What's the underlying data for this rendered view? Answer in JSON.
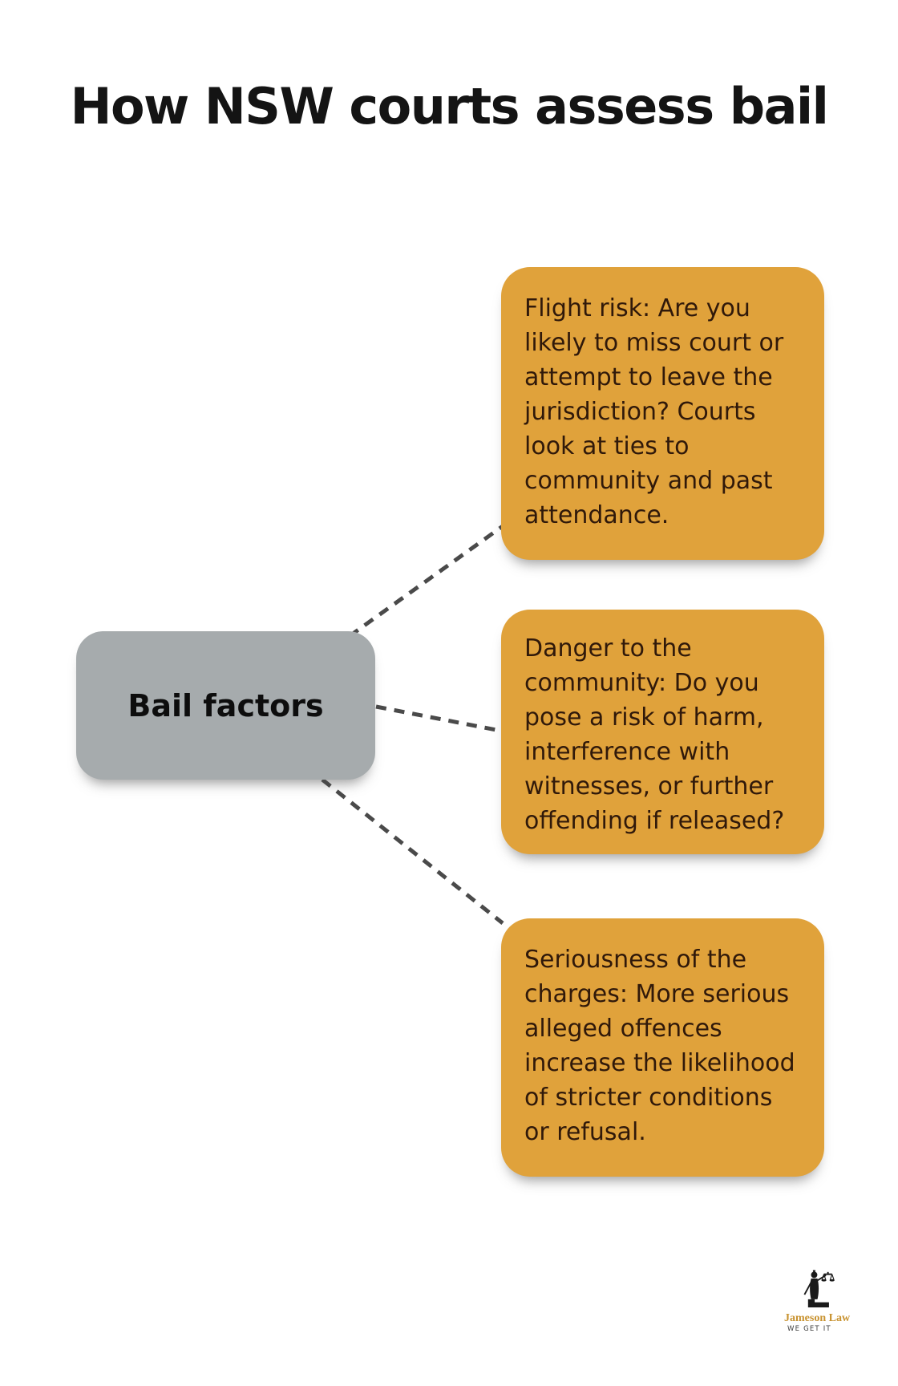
{
  "title": "How NSW courts assess bail",
  "diagram": {
    "center_node": {
      "label": "Bail factors"
    },
    "factor_nodes": [
      {
        "text": "Flight risk: Are you\nlikely to miss court or\nattempt to leave the\njurisdiction? Courts\nlook at ties to\ncommunity and past\nattendance."
      },
      {
        "text": "Danger to the\ncommunity: Do you\npose a risk of harm,\ninterference with\nwitnesses, or further\noffending if released?"
      },
      {
        "text": "Seriousness of the\ncharges: More serious\nalleged offences\nincrease the likelihood\nof stricter conditions\nor refusal."
      }
    ]
  },
  "logo": {
    "wordmark": "Jameson Law",
    "tagline": "WE GET IT",
    "icon": "lady-justice-scales-icon"
  },
  "colors": {
    "title_text": "#141414",
    "factor_box_bg": "#E0A23B",
    "factor_text": "#30190A",
    "center_box_bg": "#A6ABAD",
    "center_text": "#0D0D0D",
    "connector": "#4A4A4A",
    "logo_wordmark_color": "#C8922F",
    "logo_tagline_color": "#3B3B3B"
  }
}
